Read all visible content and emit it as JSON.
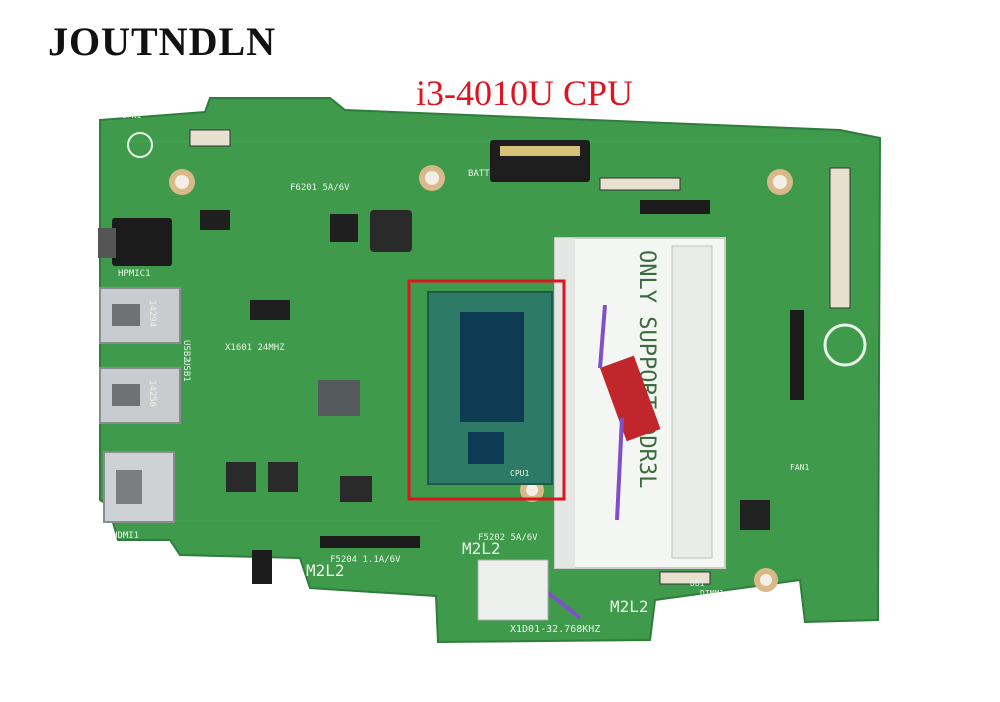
{
  "header": {
    "brand": "JOUTNDLN",
    "caption": "i3-4010U CPU"
  },
  "colors": {
    "pcb": "#3f9a4c",
    "pcb_dark": "#2f7d3c",
    "highlight": "#e0141e",
    "caption": "#e0141e",
    "chip_die": "#0f3b54",
    "chip_substrate": "#2d7a66",
    "dimm_slot": "#f4f6f4"
  },
  "board": {
    "silkscreen": {
      "dimm_label": "ONLY SUPPORT DDR3L",
      "cpu": "CPU1",
      "model_1": "M2L2",
      "model_2": "M2L2",
      "model_3": "M2L2",
      "usb_1": "14294",
      "usb_2": "14256",
      "usb2": "USB2",
      "usb1": "USB1",
      "hdmi": "HDMI1",
      "batt": "BATT",
      "fuse_1": "F6201  5A/6V",
      "fuse_2": "F5202  5A/6V",
      "fuse_3": "F5204  1.1A/6V",
      "crystal": "X1601  24MHZ",
      "part": "X1D01-32.768KHZ",
      "dimm": "DIMM1",
      "spk": "SPK1",
      "fan": "FAN1",
      "dbl": "DB1",
      "hpmic": "HPMIC1"
    },
    "icons": {
      "connector": "connector-icon",
      "mount_hole": "mount-hole-icon",
      "sticker": "sticker-icon"
    }
  }
}
